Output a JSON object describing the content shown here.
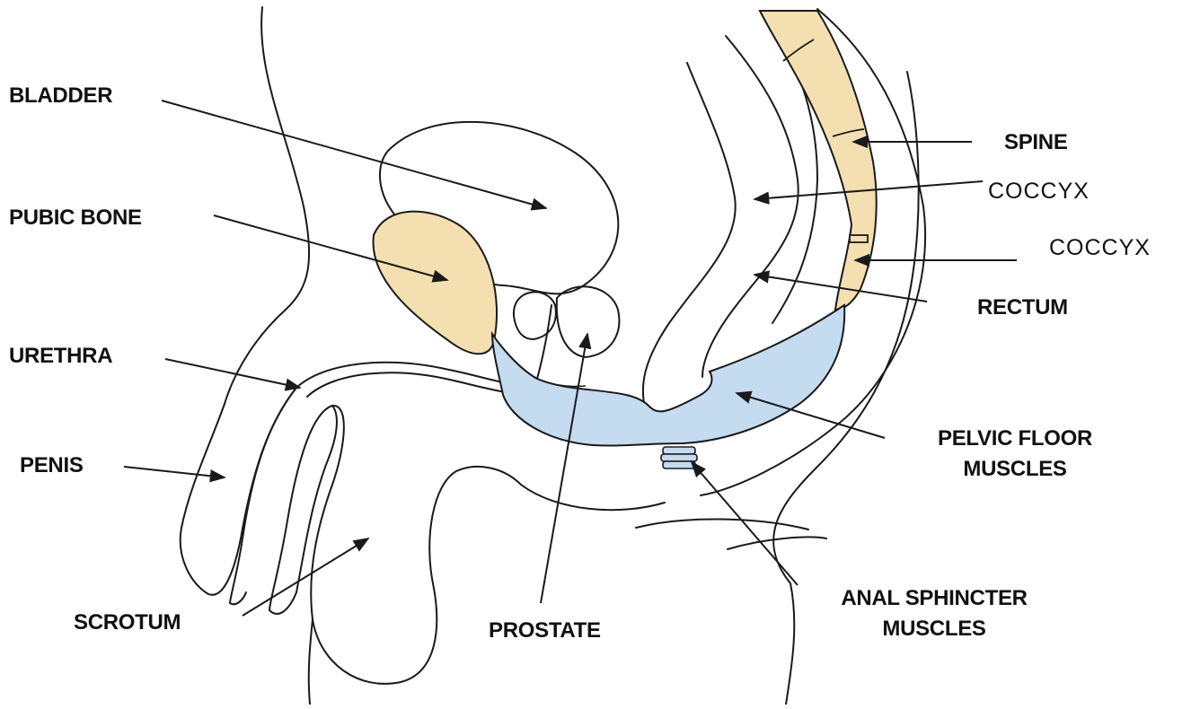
{
  "labels": {
    "bladder": "BLADDER",
    "pubic_bone": "PUBIC BONE",
    "urethra": "URETHRA",
    "penis": "PENIS",
    "scrotum": "SCROTUM",
    "prostate": "PROSTATE",
    "spine": "SPINE",
    "coccyx_1": "COCCYX",
    "coccyx_2": "COCCYX",
    "rectum": "RECTUM",
    "pelvic_floor_line1": "PELVIC FLOOR",
    "pelvic_floor_line2": "MUSCLES",
    "anal_sphincter_line1": "ANAL SPHINCTER",
    "anal_sphincter_line2": "MUSCLES"
  },
  "colors": {
    "bone": "#f3dfb0",
    "muscle": "#c4dbf0",
    "outline": "#1a1a1a",
    "background": "#ffffff"
  }
}
